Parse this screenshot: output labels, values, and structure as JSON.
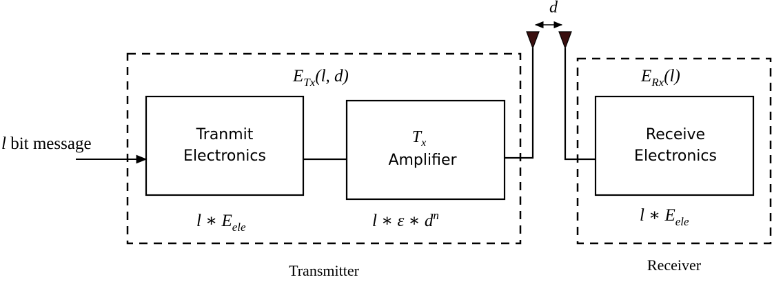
{
  "input_message": {
    "var": "l",
    "text": " bit message"
  },
  "transmit_block": {
    "line1": "Tranmit",
    "line2": "Electronics"
  },
  "amplifier_block": {
    "symbol": "T",
    "subscript": "x",
    "line2": "Amplifier"
  },
  "receive_block": {
    "line1": "Receive",
    "line2": "Electronics"
  },
  "transmitter_energy": {
    "E": "E",
    "sub": "Tx",
    "args": "(l, d)"
  },
  "receiver_energy": {
    "E": "E",
    "sub": "Rx",
    "args": "(l)"
  },
  "transmit_cost": {
    "l": "l",
    "op": " ∗ ",
    "E": "E",
    "sub": "ele"
  },
  "amplifier_cost": {
    "l": "l",
    "op1": " ∗ ",
    "eps": "ε",
    "op2": " ∗ ",
    "d": "d",
    "sup": "n"
  },
  "receive_cost": {
    "l": "l",
    "op": " ∗ ",
    "E": "E",
    "sub": "ele"
  },
  "distance": {
    "label": "d"
  },
  "transmitter_caption": "Transmitter",
  "receiver_caption": "Receiver",
  "colors": {
    "stroke": "#000000",
    "antenna": "#3a0f0f",
    "background": "#ffffff"
  }
}
